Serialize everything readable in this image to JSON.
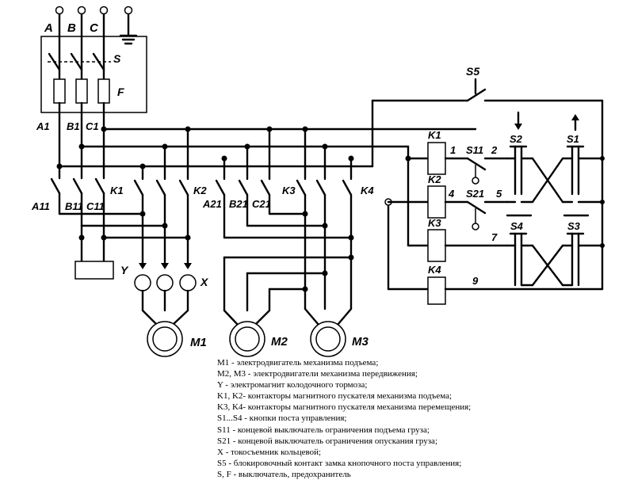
{
  "diagram": {
    "labels": {
      "phase_a": "A",
      "phase_b": "B",
      "phase_c": "C",
      "switch_s": "S",
      "fuse_f": "F",
      "a1": "A1",
      "b1": "B1",
      "c1": "C1",
      "a11": "A11",
      "b11": "B11",
      "c11": "C11",
      "k1": "K1",
      "k2": "K2",
      "a21": "A21",
      "b21": "B21",
      "c21": "C21",
      "k3": "K3",
      "k4": "K4",
      "brake_y": "Y",
      "collector_x": "X",
      "motor_m1": "M1",
      "motor_m2": "M2",
      "motor_m3": "M3",
      "s5": "S5",
      "coil_k1": "K1",
      "coil_k2": "K2",
      "coil_k3": "K3",
      "coil_k4": "K4",
      "s11": "S11",
      "s21": "S21",
      "s2": "S2",
      "s1": "S1",
      "s4": "S4",
      "s3": "S3",
      "n1": "1",
      "n2": "2",
      "n4": "4",
      "n5": "5",
      "n7": "7",
      "n9": "9"
    }
  },
  "legend": [
    "M1 - электродвигатель механизма подъема;",
    "M2, M3 - электродвигатели механизма передвижения;",
    "Y - электромагнит колодочного тормоза;",
    "K1, K2- контакторы магнитного пускателя механизма подъема;",
    "K3, K4- контакторы магнитного пускателя механизма перемещения;",
    "S1...S4 - кнопки поста управления;",
    "S11 - концевой выключатель ограничения подъема груза;",
    "S21 - концевой выключатель ограничения опускания груза;",
    "X - токосъемник кольцевой;",
    "S5 - блокировочный контакт замка кнопочного поста управления;",
    "S, F - выключатель, предохранитель"
  ]
}
